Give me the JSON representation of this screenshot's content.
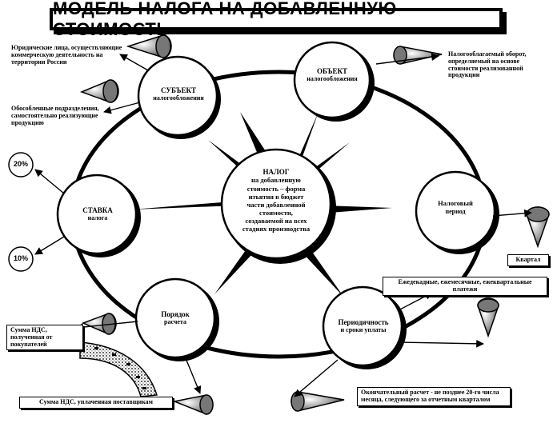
{
  "title": "МОДЕЛЬ НАЛОГА НА ДОБАВЛЕННУЮ СТОИМОСТЬ",
  "center": {
    "heading": "НАЛОГ",
    "text": "на добавленную стоимость – форма изъятия в бюджет части добавленной стоимости, создаваемой на всех стадиях производства"
  },
  "nodes": {
    "subject": {
      "title": "СУБЪЕКТ",
      "sub": "налогообложения"
    },
    "object": {
      "title": "ОБЪЕКТ",
      "sub": "налогообложения"
    },
    "rate": {
      "title": "СТАВКА",
      "sub": "налога"
    },
    "period": {
      "title": "Налоговый",
      "sub": "период"
    },
    "order": {
      "title": "Порядок",
      "sub": "расчета"
    },
    "frequency": {
      "title": "Периодичность",
      "sub": "и сроки уплаты"
    }
  },
  "notes": {
    "legal_entities": "Юридические лица, осуществляющие коммерческую деятельность на территории России",
    "separate_units": "Обособленные подразделения, самостоятельно реализующие продукцию",
    "taxable_turnover": "Налогооблагаемый оборот, определяемый на основе стоимости реализованной продукции",
    "rate_20": "20%",
    "rate_10": "10%",
    "quarter": "Квартал",
    "payments": "Ежедекадные, ежемесячные, ежеквартальные платежи",
    "vat_received": "Сумма НДС, полученная от покупателей",
    "vat_paid": "Сумма НДС, уплаченная поставщикам",
    "final_calc": "Окончательный расчет - не позднее 20-го числа месяца, следующего за отчетным кварталом"
  }
}
